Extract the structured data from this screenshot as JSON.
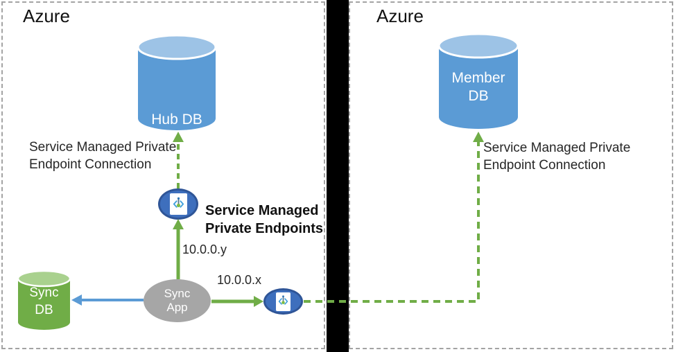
{
  "regions": {
    "left": {
      "title": "Azure"
    },
    "right": {
      "title": "Azure"
    }
  },
  "nodes": {
    "hub_db": {
      "label": "Hub DB"
    },
    "member_db": {
      "line1": "Member",
      "line2": "DB"
    },
    "sync_db": {
      "line1": "Sync",
      "line2": "DB"
    },
    "sync_app": {
      "line1": "Sync",
      "line2": "App"
    }
  },
  "labels": {
    "left_connection": {
      "line1": "Service Managed Private",
      "line2": "Endpoint Connection"
    },
    "right_connection": {
      "line1": "Service Managed Private",
      "line2": "Endpoint Connection"
    },
    "endpoints_title": {
      "line1": "Service Managed",
      "line2": "Private Endpoints"
    },
    "ip_y": "10.0.0.y",
    "ip_x": "10.0.0.x"
  },
  "icons": {
    "private_endpoint": "private-endpoint-icon"
  },
  "colors": {
    "db_blue_body": "#5b9bd5",
    "db_blue_top": "#9dc3e6",
    "db_green_body": "#70ad47",
    "db_green_top": "#a9d18e",
    "sync_app_gray": "#a6a6a6",
    "arrow_green": "#70ad47",
    "arrow_blue": "#5b9bd5",
    "endpoint_fill": "#3e6fbd",
    "endpoint_border": "#2f5597",
    "boundary_black": "#000000",
    "region_border_gray": "#a3a3a3"
  }
}
